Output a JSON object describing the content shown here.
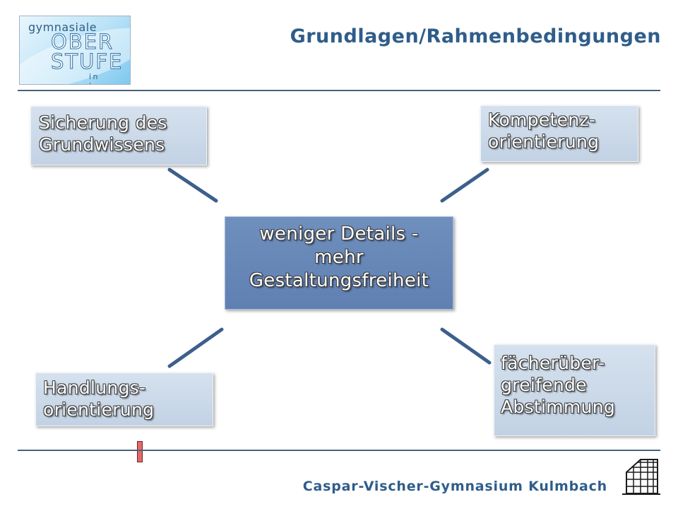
{
  "header": {
    "title": "Grundlagen/Rahmenbedingungen",
    "logo": {
      "line1": "gymnasiale",
      "line2": "OBER",
      "line3": "STUFE",
      "line4": "in bayern"
    }
  },
  "diagram": {
    "center": [
      "weniger Details -",
      "mehr",
      "Gestaltungsfreiheit"
    ],
    "top_left": [
      "Sicherung des",
      "Grundwissens"
    ],
    "top_right": [
      "Kompetenz-",
      "orientierung"
    ],
    "bottom_left": [
      "Handlungs-",
      "orientierung"
    ],
    "bottom_right": [
      "fächerüber-",
      "greifende",
      "Abstimmung"
    ]
  },
  "footer": {
    "school": "Caspar-Vischer-Gymnasium  Kulmbach"
  },
  "colors": {
    "title": "#2f5d8a",
    "rule": "#46627d",
    "connector": "#3d5f8c",
    "center_box": "#6384b5",
    "outer_box": "#cbd9e9"
  },
  "icons": {
    "logo": "oberstufe-logo",
    "footer": "school-building-icon"
  }
}
